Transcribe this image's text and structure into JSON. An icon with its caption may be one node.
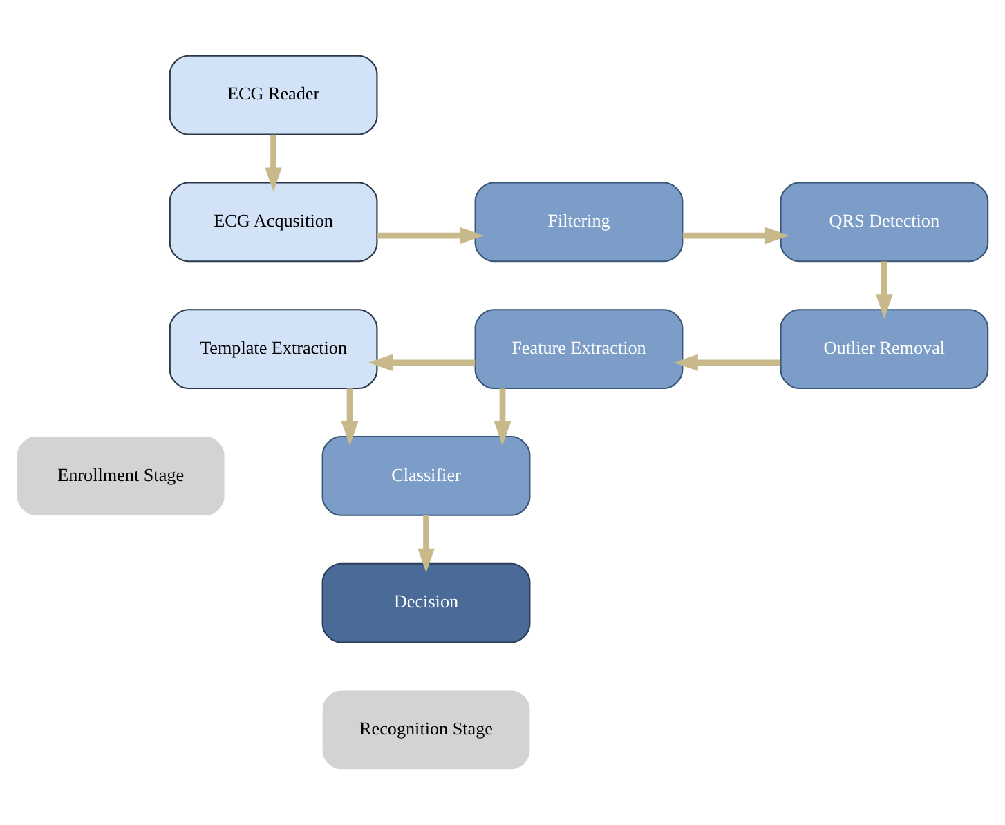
{
  "diagram": {
    "nodes": [
      {
        "text": [
          "ECG Reader"
        ]
      },
      {
        "text": [
          "ECG Acqusition"
        ]
      },
      {
        "text": [
          "Filtering"
        ]
      },
      {
        "text": [
          "QRS Detection"
        ]
      },
      {
        "text": [
          "Template Extraction"
        ]
      },
      {
        "text": [
          "Feature Extraction"
        ]
      },
      {
        "text": [
          "Outlier Removal"
        ]
      },
      {
        "text": [
          "Classifier"
        ]
      },
      {
        "text": [
          "Decision"
        ]
      }
    ],
    "edges": [
      {
        "from": 0,
        "to": 1,
        "arrow": "to"
      },
      {
        "from": 1,
        "to": 2,
        "arrow": "to"
      },
      {
        "from": 2,
        "to": 3,
        "arrow": "to"
      },
      {
        "from": 3,
        "to": 6,
        "arrow": "to"
      },
      {
        "from": 6,
        "to": 5,
        "arrow": "to"
      },
      {
        "from": 5,
        "to": 4,
        "arrow": "to"
      },
      {
        "from": 5,
        "to": 7,
        "arrow": "to"
      },
      {
        "from": 4,
        "to": 7,
        "arrow": "to"
      },
      {
        "from": 7,
        "to": 8,
        "arrow": "to"
      }
    ],
    "labels": [
      "Enrollment Stage",
      "Recognition Stage"
    ]
  }
}
